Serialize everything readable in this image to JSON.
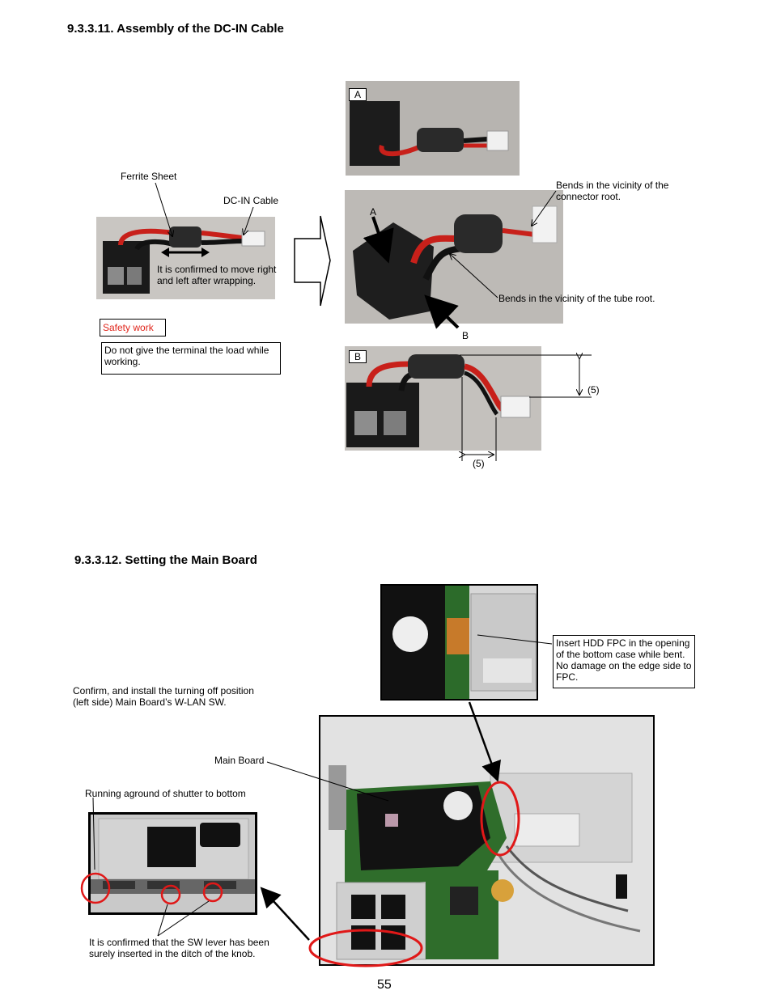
{
  "section1": {
    "heading": "9.3.3.11. Assembly of the DC-IN Cable",
    "labels": {
      "ferrite_sheet": "Ferrite Sheet",
      "dc_in_cable": "DC-IN Cable",
      "move_note": "It is confirmed to move right and left after wrapping.",
      "bends_connector": "Bends in the vicinity of the connector root.",
      "bends_tube": "Bends in the vicinity of the tube root.",
      "label_a": "A",
      "label_b": "B",
      "tag_a": "A",
      "tag_b": "B",
      "dim_vertical": "(5)",
      "dim_horizontal": "(5)"
    },
    "safety": {
      "title": "Safety work",
      "note": "Do not give the terminal the load while working."
    }
  },
  "section2": {
    "heading": "9.3.3.12. Setting the Main Board",
    "labels": {
      "hdd_note": "Insert HDD FPC in the opening of the bottom case while bent. No damage on the edge side to FPC.",
      "confirm_note": "Confirm, and install the turning off position (left side) Main Board’s W-LAN SW.",
      "main_board": "Main Board",
      "running_aground": "Running aground of shutter to bottom",
      "sw_lever_note": "It is confirmed that the SW lever has been surely inserted in the ditch of the knob."
    }
  },
  "footer": {
    "page_number": "55"
  }
}
